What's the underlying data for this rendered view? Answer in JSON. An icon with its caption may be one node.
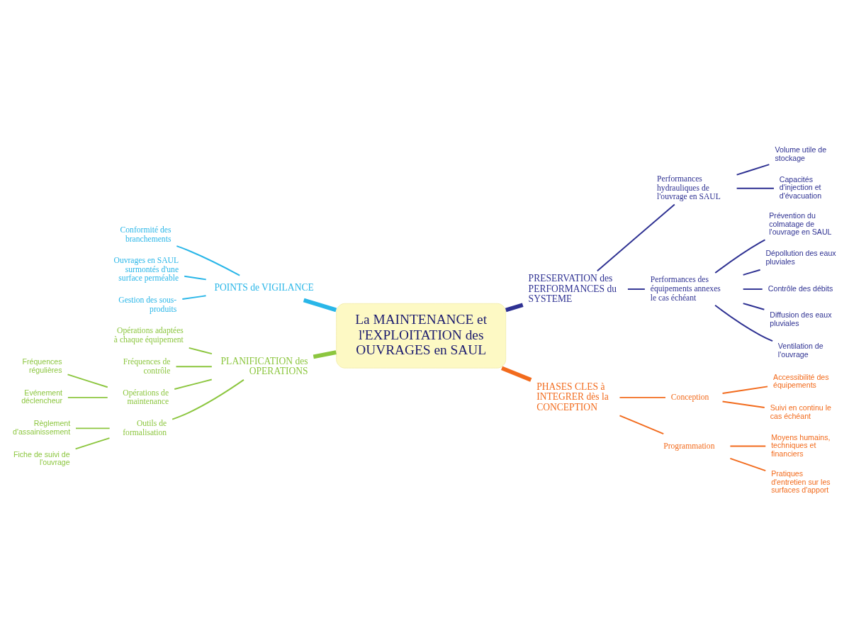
{
  "diagram": {
    "nodes": [
      {
        "text": [
          "La MAINTENANCE et l'EXPLOITATION des OUVRAGES en SAUL"
        ]
      },
      {
        "text": [
          "PRESERVATION des PERFORMANCES du SYSTEME"
        ]
      },
      {
        "text": [
          "Performances hydrauliques de l'ouvrage en SAUL"
        ]
      },
      {
        "text": [
          "Volume utile de stockage"
        ]
      },
      {
        "text": [
          "Capacités d'injection et d'évacuation"
        ]
      },
      {
        "text": [
          "Performances des équipements annexes le cas échéant"
        ]
      },
      {
        "text": [
          "Prévention du colmatage de l'ouvrage en SAUL"
        ]
      },
      {
        "text": [
          "Dépollution des eaux pluviales"
        ]
      },
      {
        "text": [
          "Contrôle des débits"
        ]
      },
      {
        "text": [
          "Diffusion des eaux pluviales"
        ]
      },
      {
        "text": [
          "Ventilation de l'ouvrage"
        ]
      },
      {
        "text": [
          "POINTS de VIGILANCE"
        ]
      },
      {
        "text": [
          "Conformité des branchements"
        ]
      },
      {
        "text": [
          "Ouvrages en SAUL surmontés d'une surface perméable"
        ]
      },
      {
        "text": [
          "Gestion des sous-produits"
        ]
      },
      {
        "text": [
          "PLANIFICATION des OPERATIONS"
        ]
      },
      {
        "text": [
          "Opérations adaptées à chaque équipement"
        ]
      },
      {
        "text": [
          "Fréquences de contrôle"
        ]
      },
      {
        "text": [
          "Opérations de maintenance"
        ]
      },
      {
        "text": [
          "Fréquences régulières"
        ]
      },
      {
        "text": [
          "Evénement déclencheur"
        ]
      },
      {
        "text": [
          "Outils de formalisation"
        ]
      },
      {
        "text": [
          "Règlement d'assainissement"
        ]
      },
      {
        "text": [
          "Fiche de suivi de l'ouvrage"
        ]
      },
      {
        "text": [
          "PHASES CLES à INTEGRER dès la CONCEPTION"
        ]
      },
      {
        "text": [
          "Conception"
        ]
      },
      {
        "text": [
          "Accessibilité des équipements"
        ]
      },
      {
        "text": [
          "Suivi en continu le cas échéant"
        ]
      },
      {
        "text": [
          "Programmation"
        ]
      },
      {
        "text": [
          "Moyens humains, techniques et financiers"
        ]
      },
      {
        "text": [
          "Pratiques d'entretien sur les surfaces d'apport"
        ]
      }
    ],
    "edges": [
      {
        "from": 0,
        "to": 1,
        "arrow": "none",
        "style": "thick"
      },
      {
        "from": 1,
        "to": 2,
        "arrow": "none"
      },
      {
        "from": 2,
        "to": 3,
        "arrow": "none"
      },
      {
        "from": 2,
        "to": 4,
        "arrow": "none"
      },
      {
        "from": 1,
        "to": 5,
        "arrow": "none"
      },
      {
        "from": 5,
        "to": 6,
        "arrow": "none"
      },
      {
        "from": 5,
        "to": 7,
        "arrow": "none"
      },
      {
        "from": 5,
        "to": 8,
        "arrow": "none"
      },
      {
        "from": 5,
        "to": 9,
        "arrow": "none"
      },
      {
        "from": 5,
        "to": 10,
        "arrow": "none"
      },
      {
        "from": 0,
        "to": 11,
        "arrow": "none",
        "style": "thick",
        "color": "#29b6e8"
      },
      {
        "from": 11,
        "to": 12,
        "arrow": "none",
        "color": "#29b6e8"
      },
      {
        "from": 11,
        "to": 13,
        "arrow": "none",
        "color": "#29b6e8"
      },
      {
        "from": 11,
        "to": 14,
        "arrow": "none",
        "color": "#29b6e8"
      },
      {
        "from": 0,
        "to": 15,
        "arrow": "none",
        "style": "thick",
        "color": "#8cc63f"
      },
      {
        "from": 15,
        "to": 16,
        "arrow": "none",
        "color": "#8cc63f"
      },
      {
        "from": 15,
        "to": 17,
        "arrow": "none",
        "color": "#8cc63f"
      },
      {
        "from": 15,
        "to": 18,
        "arrow": "none",
        "color": "#8cc63f"
      },
      {
        "from": 18,
        "to": 19,
        "arrow": "none",
        "color": "#8cc63f"
      },
      {
        "from": 18,
        "to": 20,
        "arrow": "none",
        "color": "#8cc63f"
      },
      {
        "from": 15,
        "to": 21,
        "arrow": "none",
        "color": "#8cc63f"
      },
      {
        "from": 21,
        "to": 22,
        "arrow": "none",
        "color": "#8cc63f"
      },
      {
        "from": 21,
        "to": 23,
        "arrow": "none",
        "color": "#8cc63f"
      },
      {
        "from": 0,
        "to": 24,
        "arrow": "none",
        "style": "thick",
        "color": "#f26b1d"
      },
      {
        "from": 24,
        "to": 25,
        "arrow": "none",
        "color": "#f26b1d"
      },
      {
        "from": 25,
        "to": 26,
        "arrow": "none",
        "color": "#f26b1d"
      },
      {
        "from": 25,
        "to": 27,
        "arrow": "none",
        "color": "#f26b1d"
      },
      {
        "from": 24,
        "to": 28,
        "arrow": "none",
        "color": "#f26b1d"
      },
      {
        "from": 28,
        "to": 29,
        "arrow": "none",
        "color": "#f26b1d"
      },
      {
        "from": 28,
        "to": 30,
        "arrow": "none",
        "color": "#f26b1d"
      }
    ]
  }
}
